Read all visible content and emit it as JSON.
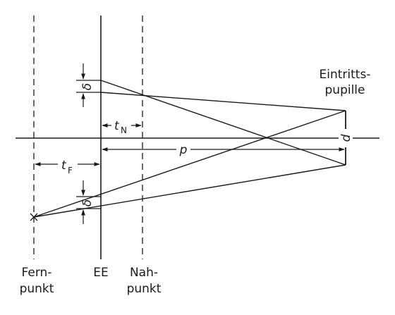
{
  "labels": {
    "fernpunkt_line1": "Fern-",
    "fernpunkt_line2": "punkt",
    "ee": "EE",
    "nahpunkt_line1": "Nah-",
    "nahpunkt_line2": "punkt",
    "pupille_line1": "Eintritts-",
    "pupille_line2": "pupille",
    "delta_top": "δ",
    "delta_bottom": "δ",
    "t_n_base": "t",
    "t_n_sub": "N",
    "t_f_base": "t",
    "t_f_sub": "F",
    "p": "p",
    "d": "d"
  },
  "colors": {
    "line": "#1a1a1a",
    "text": "#1a1a1a",
    "background": "#ffffff"
  }
}
